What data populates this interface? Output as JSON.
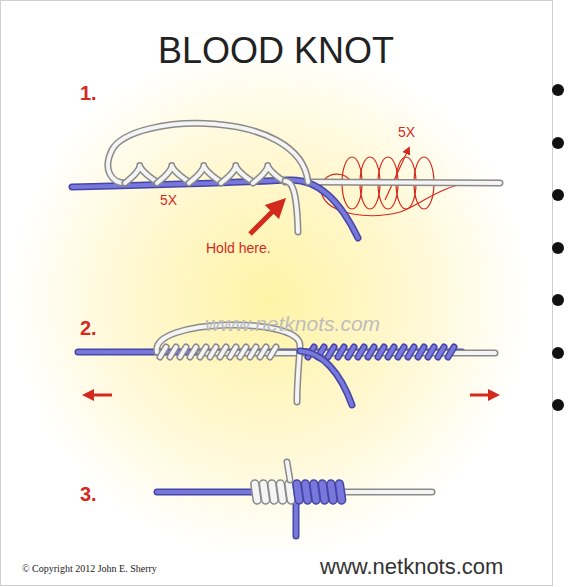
{
  "diagram": {
    "title": "BLOOD KNOT",
    "labels": [
      "1.",
      "5X",
      "5X",
      "Hold here.",
      "2.",
      "www.netknots.com",
      "3.",
      "© Copyright 2012 John E. Sherry",
      "www.netknots.com"
    ]
  }
}
